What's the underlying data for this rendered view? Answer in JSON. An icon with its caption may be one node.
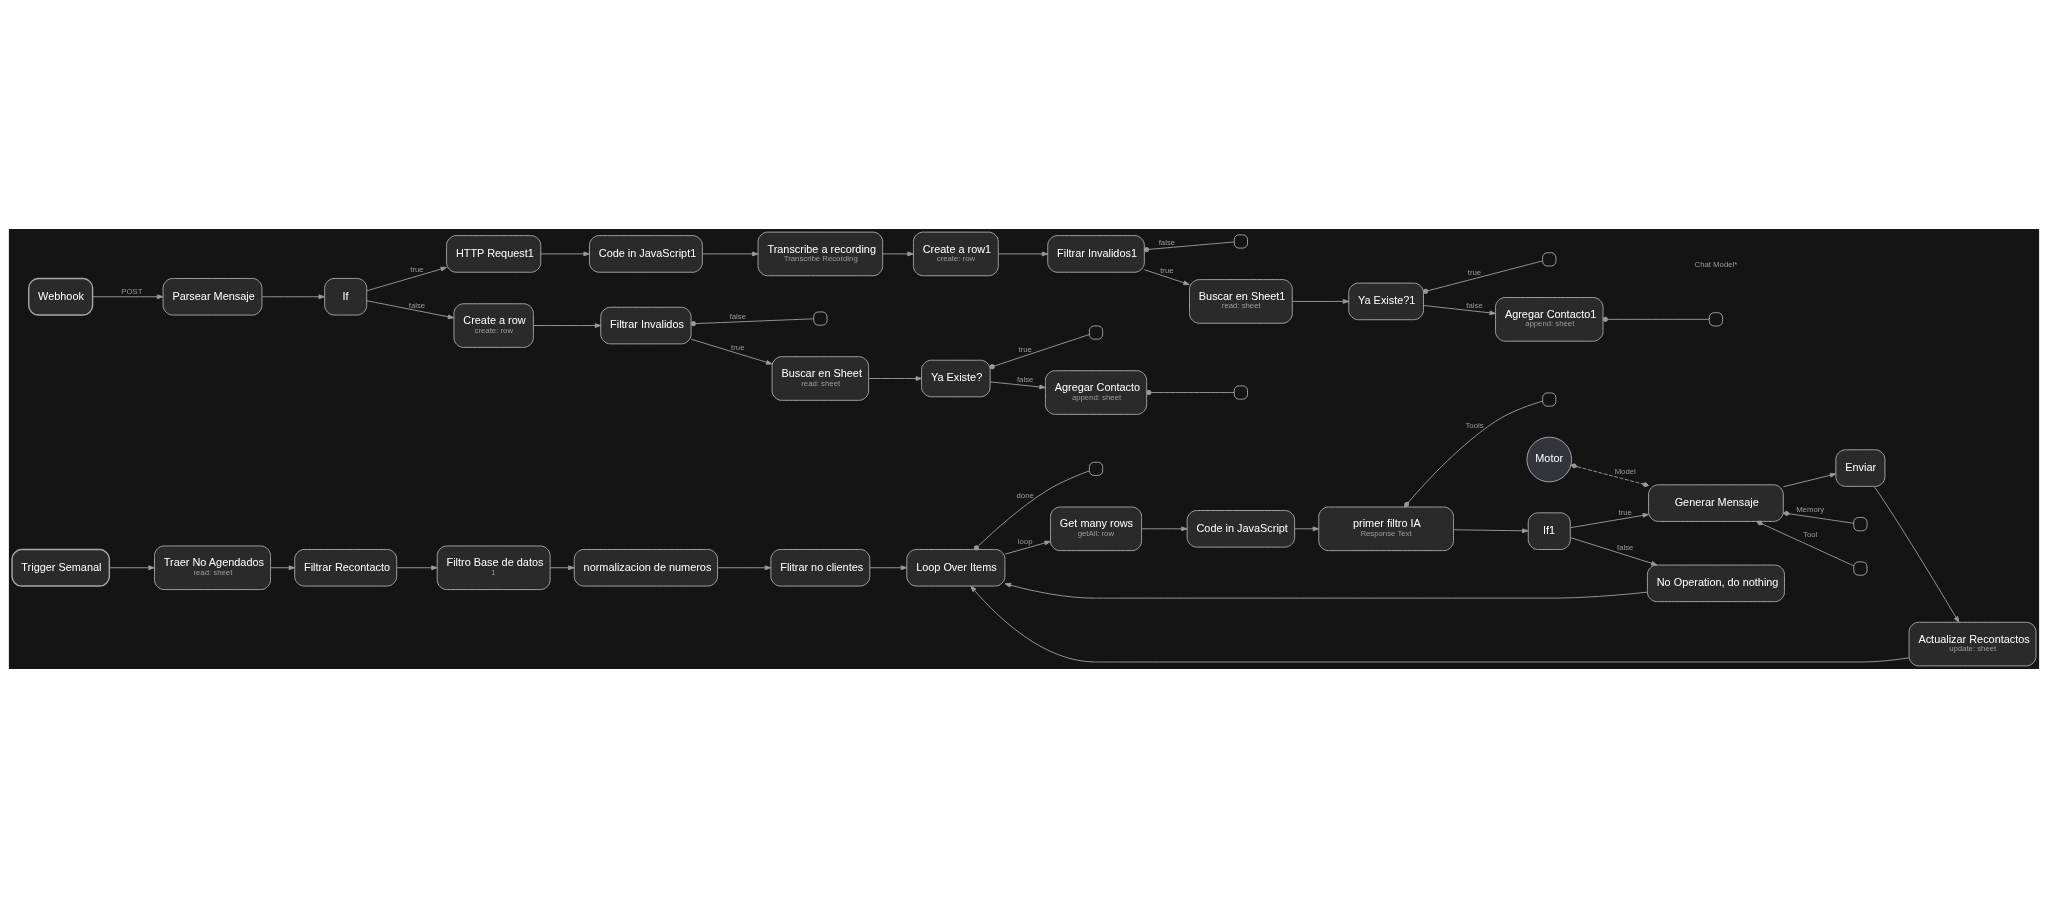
{
  "diagram": {
    "nodes": [
      {
        "text": [
          "Webhook"
        ]
      },
      {
        "text": [
          "Parsear Mensaje"
        ]
      },
      {
        "text": [
          "If"
        ]
      },
      {
        "text": [
          "HTTP Request1"
        ]
      },
      {
        "text": [
          "Code in JavaScript1"
        ]
      },
      {
        "text": [
          "Transcribe a recording",
          "Transcribe Recording"
        ]
      },
      {
        "text": [
          "Create a row1",
          "create: row"
        ]
      },
      {
        "text": [
          "Filtrar Invalidos1"
        ]
      },
      {
        "text": [],
        "shape": "box"
      },
      {
        "text": [
          "Buscar en Sheet1",
          "read: sheet"
        ]
      },
      {
        "text": [
          "Ya Existe?1"
        ]
      },
      {
        "text": [],
        "shape": "box"
      },
      {
        "text": [
          "Agregar Contacto1",
          "append: sheet"
        ]
      },
      {
        "text": [],
        "shape": "box"
      },
      {
        "text": [
          "Filtrar Invalidos"
        ]
      },
      {
        "text": [],
        "shape": "box"
      },
      {
        "text": [
          "Buscar en Sheet",
          "read: sheet"
        ]
      },
      {
        "text": [
          "Ya Existe?"
        ]
      },
      {
        "text": [],
        "shape": "box"
      },
      {
        "text": [
          "Agregar Contacto",
          "append: sheet"
        ]
      },
      {
        "text": [],
        "shape": "box"
      },
      {
        "text": [
          "Create a row",
          "create: row"
        ]
      },
      {
        "text": [
          "Trigger Semanal"
        ]
      },
      {
        "text": [
          "Traer No Agendados",
          "read: sheet"
        ]
      },
      {
        "text": [
          "Filtrar Recontacto"
        ]
      },
      {
        "text": [
          "Filtro Base de datos",
          "1"
        ]
      },
      {
        "text": [
          "normalizacion de numeros"
        ]
      },
      {
        "text": [
          "Flitrar no clientes"
        ]
      },
      {
        "text": [
          "Loop Over Items"
        ]
      },
      {
        "text": [],
        "shape": "box"
      },
      {
        "text": [
          "Get many rows",
          "getAll: row"
        ]
      },
      {
        "text": [
          "Code in JavaScript"
        ]
      },
      {
        "text": [
          "primer filtro IA",
          "Response Text"
        ]
      },
      {
        "text": [],
        "shape": "box"
      },
      {
        "text": [
          "If1"
        ]
      },
      {
        "text": [
          "Generar Mensaje"
        ]
      },
      {
        "text": [],
        "shape": "box"
      },
      {
        "text": [],
        "shape": "box"
      },
      {
        "text": [
          "Enviar"
        ]
      },
      {
        "text": [
          "Actualizar Recontactos",
          "update: sheet"
        ]
      },
      {
        "text": [
          "Motor"
        ]
      },
      {
        "text": [
          "No Operation, do nothing"
        ]
      }
    ],
    "edges": [
      {
        "from": 0,
        "to": 1,
        "arrow": "to",
        "label": "POST"
      },
      {
        "from": 1,
        "to": 2,
        "arrow": "to"
      },
      {
        "from": 2,
        "to": 3,
        "arrow": "to",
        "label": "true"
      },
      {
        "from": 2,
        "to": 21,
        "arrow": "to",
        "label": "false"
      },
      {
        "from": 3,
        "to": 4,
        "arrow": "to"
      },
      {
        "from": 4,
        "to": 5,
        "arrow": "to"
      },
      {
        "from": 5,
        "to": 6,
        "arrow": "to"
      },
      {
        "from": 6,
        "to": 7,
        "arrow": "to"
      },
      {
        "from": 7,
        "to": 9,
        "arrow": "to",
        "label": "true"
      },
      {
        "from": 7,
        "to": 8,
        "arrow": "other",
        "label": "false"
      },
      {
        "from": 9,
        "to": 10,
        "arrow": "to"
      },
      {
        "from": 10,
        "to": 11,
        "arrow": "other",
        "label": "true"
      },
      {
        "from": 10,
        "to": 12,
        "arrow": "to",
        "label": "false"
      },
      {
        "from": 12,
        "to": 13,
        "arrow": "other"
      },
      {
        "from": 21,
        "to": 14,
        "arrow": "to"
      },
      {
        "from": 14,
        "to": 16,
        "arrow": "to",
        "label": "true"
      },
      {
        "from": 14,
        "to": 15,
        "arrow": "other",
        "label": "false"
      },
      {
        "from": 16,
        "to": 17,
        "arrow": "to"
      },
      {
        "from": 17,
        "to": 18,
        "arrow": "other",
        "label": "true"
      },
      {
        "from": 17,
        "to": 19,
        "arrow": "to",
        "label": "false"
      },
      {
        "from": 19,
        "to": 20,
        "arrow": "other"
      },
      {
        "from": 22,
        "to": 23,
        "arrow": "to"
      },
      {
        "from": 23,
        "to": 24,
        "arrow": "to"
      },
      {
        "from": 24,
        "to": 25,
        "arrow": "to"
      },
      {
        "from": 25,
        "to": 26,
        "arrow": "to"
      },
      {
        "from": 26,
        "to": 27,
        "arrow": "to"
      },
      {
        "from": 27,
        "to": 28,
        "arrow": "to"
      },
      {
        "from": 28,
        "to": 29,
        "arrow": "other",
        "label": "done"
      },
      {
        "from": 28,
        "to": 30,
        "arrow": "to",
        "label": "loop"
      },
      {
        "from": 30,
        "to": 31,
        "arrow": "to"
      },
      {
        "from": 31,
        "to": 32,
        "arrow": "to"
      },
      {
        "from": 32,
        "to": 34,
        "arrow": "to"
      },
      {
        "from": 32,
        "to": 33,
        "arrow": "other",
        "label": "Tools"
      },
      {
        "from": 34,
        "to": 35,
        "arrow": "to",
        "label": "true"
      },
      {
        "from": 34,
        "to": 41,
        "arrow": "to",
        "label": "false"
      },
      {
        "from": 35,
        "to": 38,
        "arrow": "to"
      },
      {
        "from": 38,
        "to": 39,
        "arrow": "to"
      },
      {
        "from": 39,
        "to": 28,
        "arrow": "to"
      },
      {
        "from": 41,
        "to": 28,
        "arrow": "to"
      },
      {
        "from": 40,
        "to": 35,
        "arrow": "other",
        "label": "Model",
        "style": "dashed"
      },
      {
        "from": 35,
        "to": 36,
        "arrow": "other",
        "label": "Memory"
      },
      {
        "from": 35,
        "to": 37,
        "arrow": "other",
        "label": "Tool"
      }
    ],
    "labels": [
      "Chat Model*"
    ]
  }
}
